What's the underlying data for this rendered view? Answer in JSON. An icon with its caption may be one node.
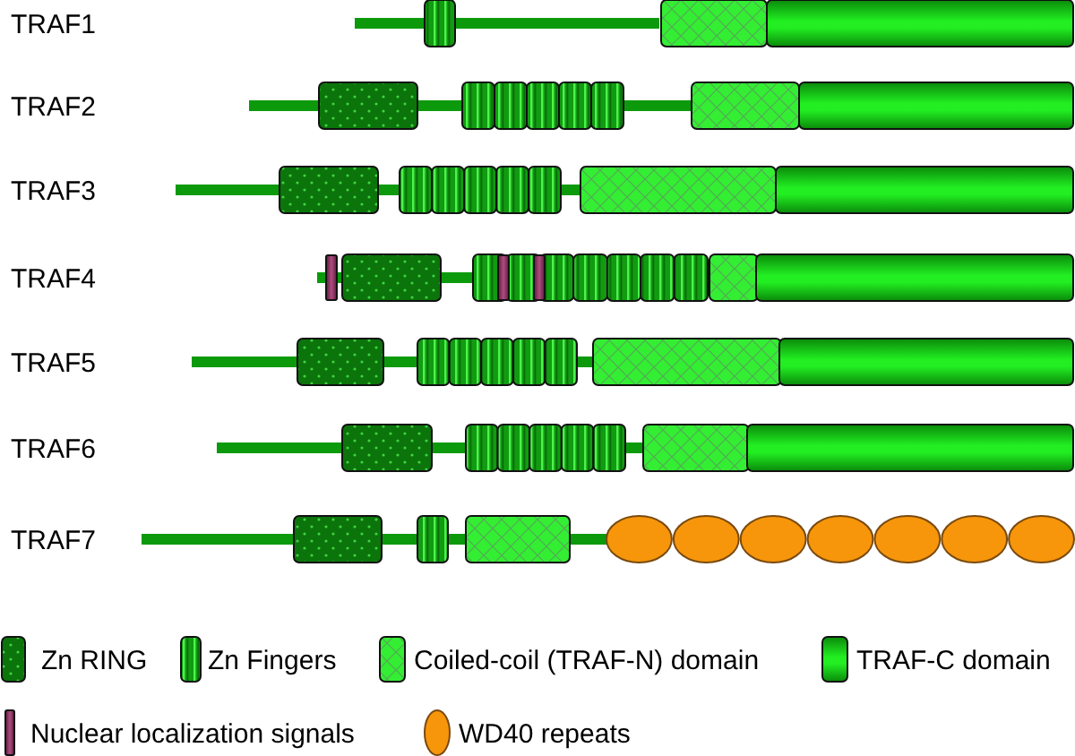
{
  "diagram": {
    "labels": [
      "TRAF1",
      "TRAF2",
      "TRAF3",
      "TRAF4",
      "TRAF5",
      "TRAF6",
      "TRAF7"
    ],
    "legend": [
      {
        "text": "Zn RING"
      },
      {
        "text": "Zn Fingers"
      },
      {
        "text": "Coiled-coil (TRAF-N) domain"
      },
      {
        "text": "TRAF-C domain"
      },
      {
        "text": "Nuclear localization signals"
      },
      {
        "text": "WD40 repeats"
      }
    ]
  }
}
